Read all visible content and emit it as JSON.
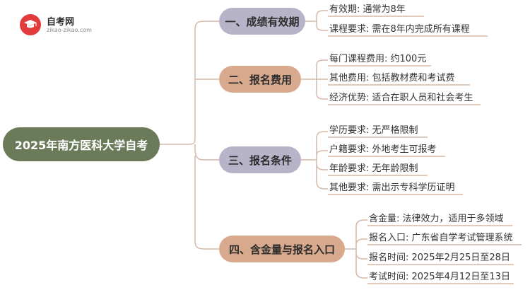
{
  "brand": {
    "name": "自考网",
    "url": "zikao-zikao.com",
    "icon": "graduation-cap-icon"
  },
  "root": {
    "label": "2025年南方医科大学自考"
  },
  "colors": {
    "root": "#6b7b5a",
    "purple": "#b7b4c9",
    "peach": "#d9a98d",
    "connector": "#d6b8a6"
  },
  "branches": [
    {
      "label": "一、成绩有效期",
      "color": "purple",
      "leaves": [
        "有效期: 通常为8年",
        "课程要求: 需在8年内完成所有课程"
      ]
    },
    {
      "label": "二、报名费用",
      "color": "peach",
      "leaves": [
        "每门课程费用: 约100元",
        "其他费用: 包括教材费和考试费",
        "经济优势: 适合在职人员和社会考生"
      ]
    },
    {
      "label": "三、报名条件",
      "color": "purple",
      "leaves": [
        "学历要求: 无严格限制",
        "户籍要求: 外地考生可报考",
        "年龄要求: 无年龄限制",
        "其他要求: 需出示专科学历证明"
      ]
    },
    {
      "label": "四、含金量与报名入口",
      "color": "peach",
      "leaves": [
        "含金量: 法律效力，适用于多领域",
        "报名入口: 广东省自学考试管理系统",
        "报名时间: 2025年2月25日至28日",
        "考试时间: 2025年4月12日至13日"
      ]
    }
  ]
}
